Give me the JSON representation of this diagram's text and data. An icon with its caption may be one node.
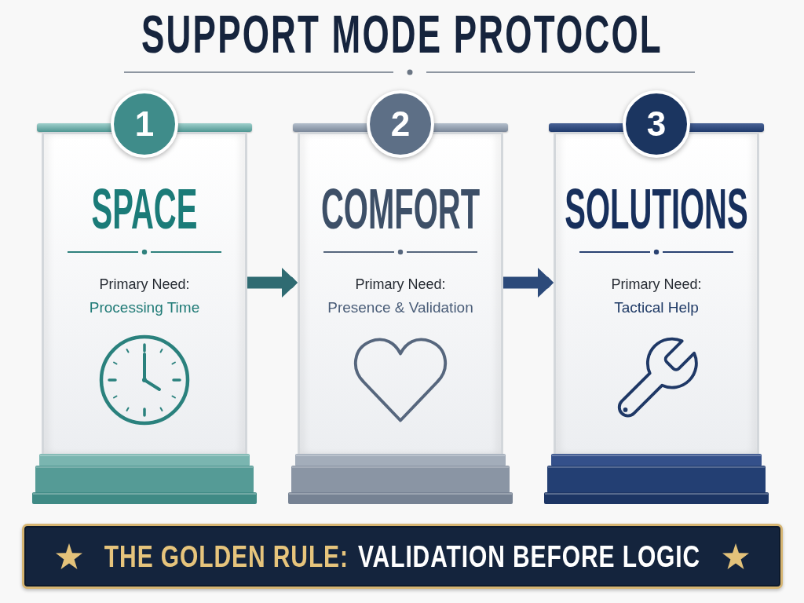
{
  "diagram": {
    "title": "SUPPORT MODE PROTOCOL",
    "nodes": [
      {
        "text": [
          "1",
          "SPACE",
          "Primary Need:",
          "Processing Time"
        ]
      },
      {
        "text": [
          "2",
          "COMFORT",
          "Primary Need:",
          "Presence & Validation"
        ]
      },
      {
        "text": [
          "3",
          "SOLUTIONS",
          "Primary Need:",
          "Tactical Help"
        ]
      },
      {
        "text": [
          "THE GOLDEN RULE:",
          "VALIDATION BEFORE LOGIC"
        ]
      }
    ],
    "edges": [
      {
        "from": 0,
        "to": 1,
        "arrow": "to",
        "color": "#2f6b72"
      },
      {
        "from": 1,
        "to": 2,
        "arrow": "to",
        "color": "#2c4a7a"
      }
    ]
  }
}
